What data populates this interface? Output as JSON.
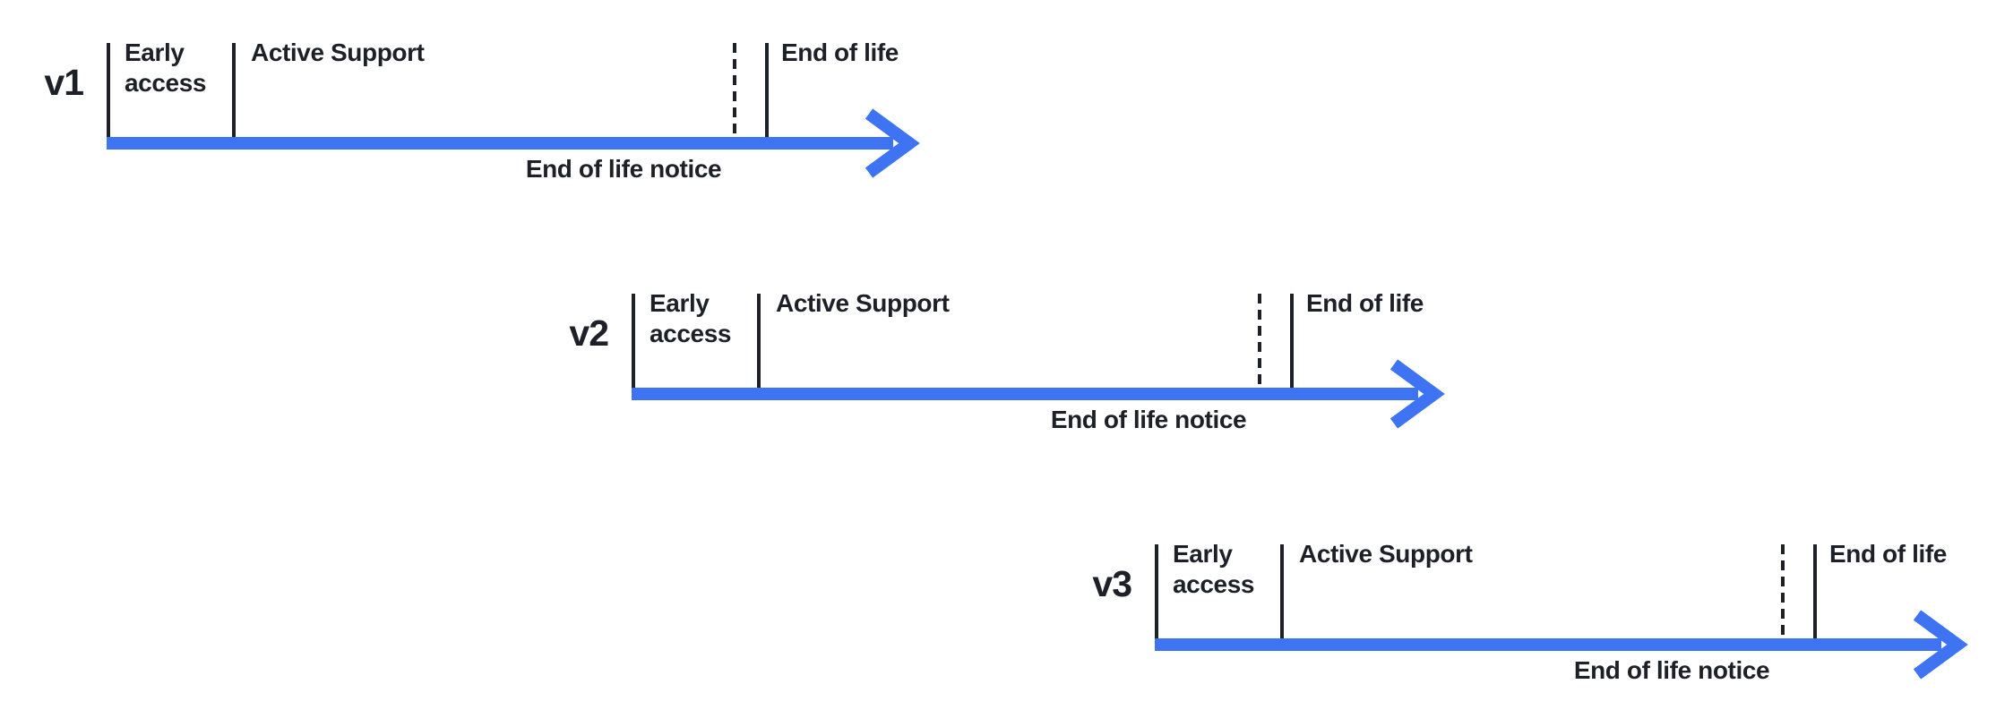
{
  "colors": {
    "background": "#ffffff",
    "arrow_blue": "#3e73f3",
    "ink": "#1d2127"
  },
  "timelines": [
    {
      "version": "v1",
      "phase_early_access": "Early access",
      "phase_active_support": "Active Support",
      "phase_end_of_life": "End of life",
      "end_of_life_notice": "End of life notice"
    },
    {
      "version": "v2",
      "phase_early_access": "Early access",
      "phase_active_support": "Active Support",
      "phase_end_of_life": "End of life",
      "end_of_life_notice": "End of life notice"
    },
    {
      "version": "v3",
      "phase_early_access": "Early access",
      "phase_active_support": "Active Support",
      "phase_end_of_life": "End of life",
      "end_of_life_notice": "End of life notice"
    }
  ]
}
